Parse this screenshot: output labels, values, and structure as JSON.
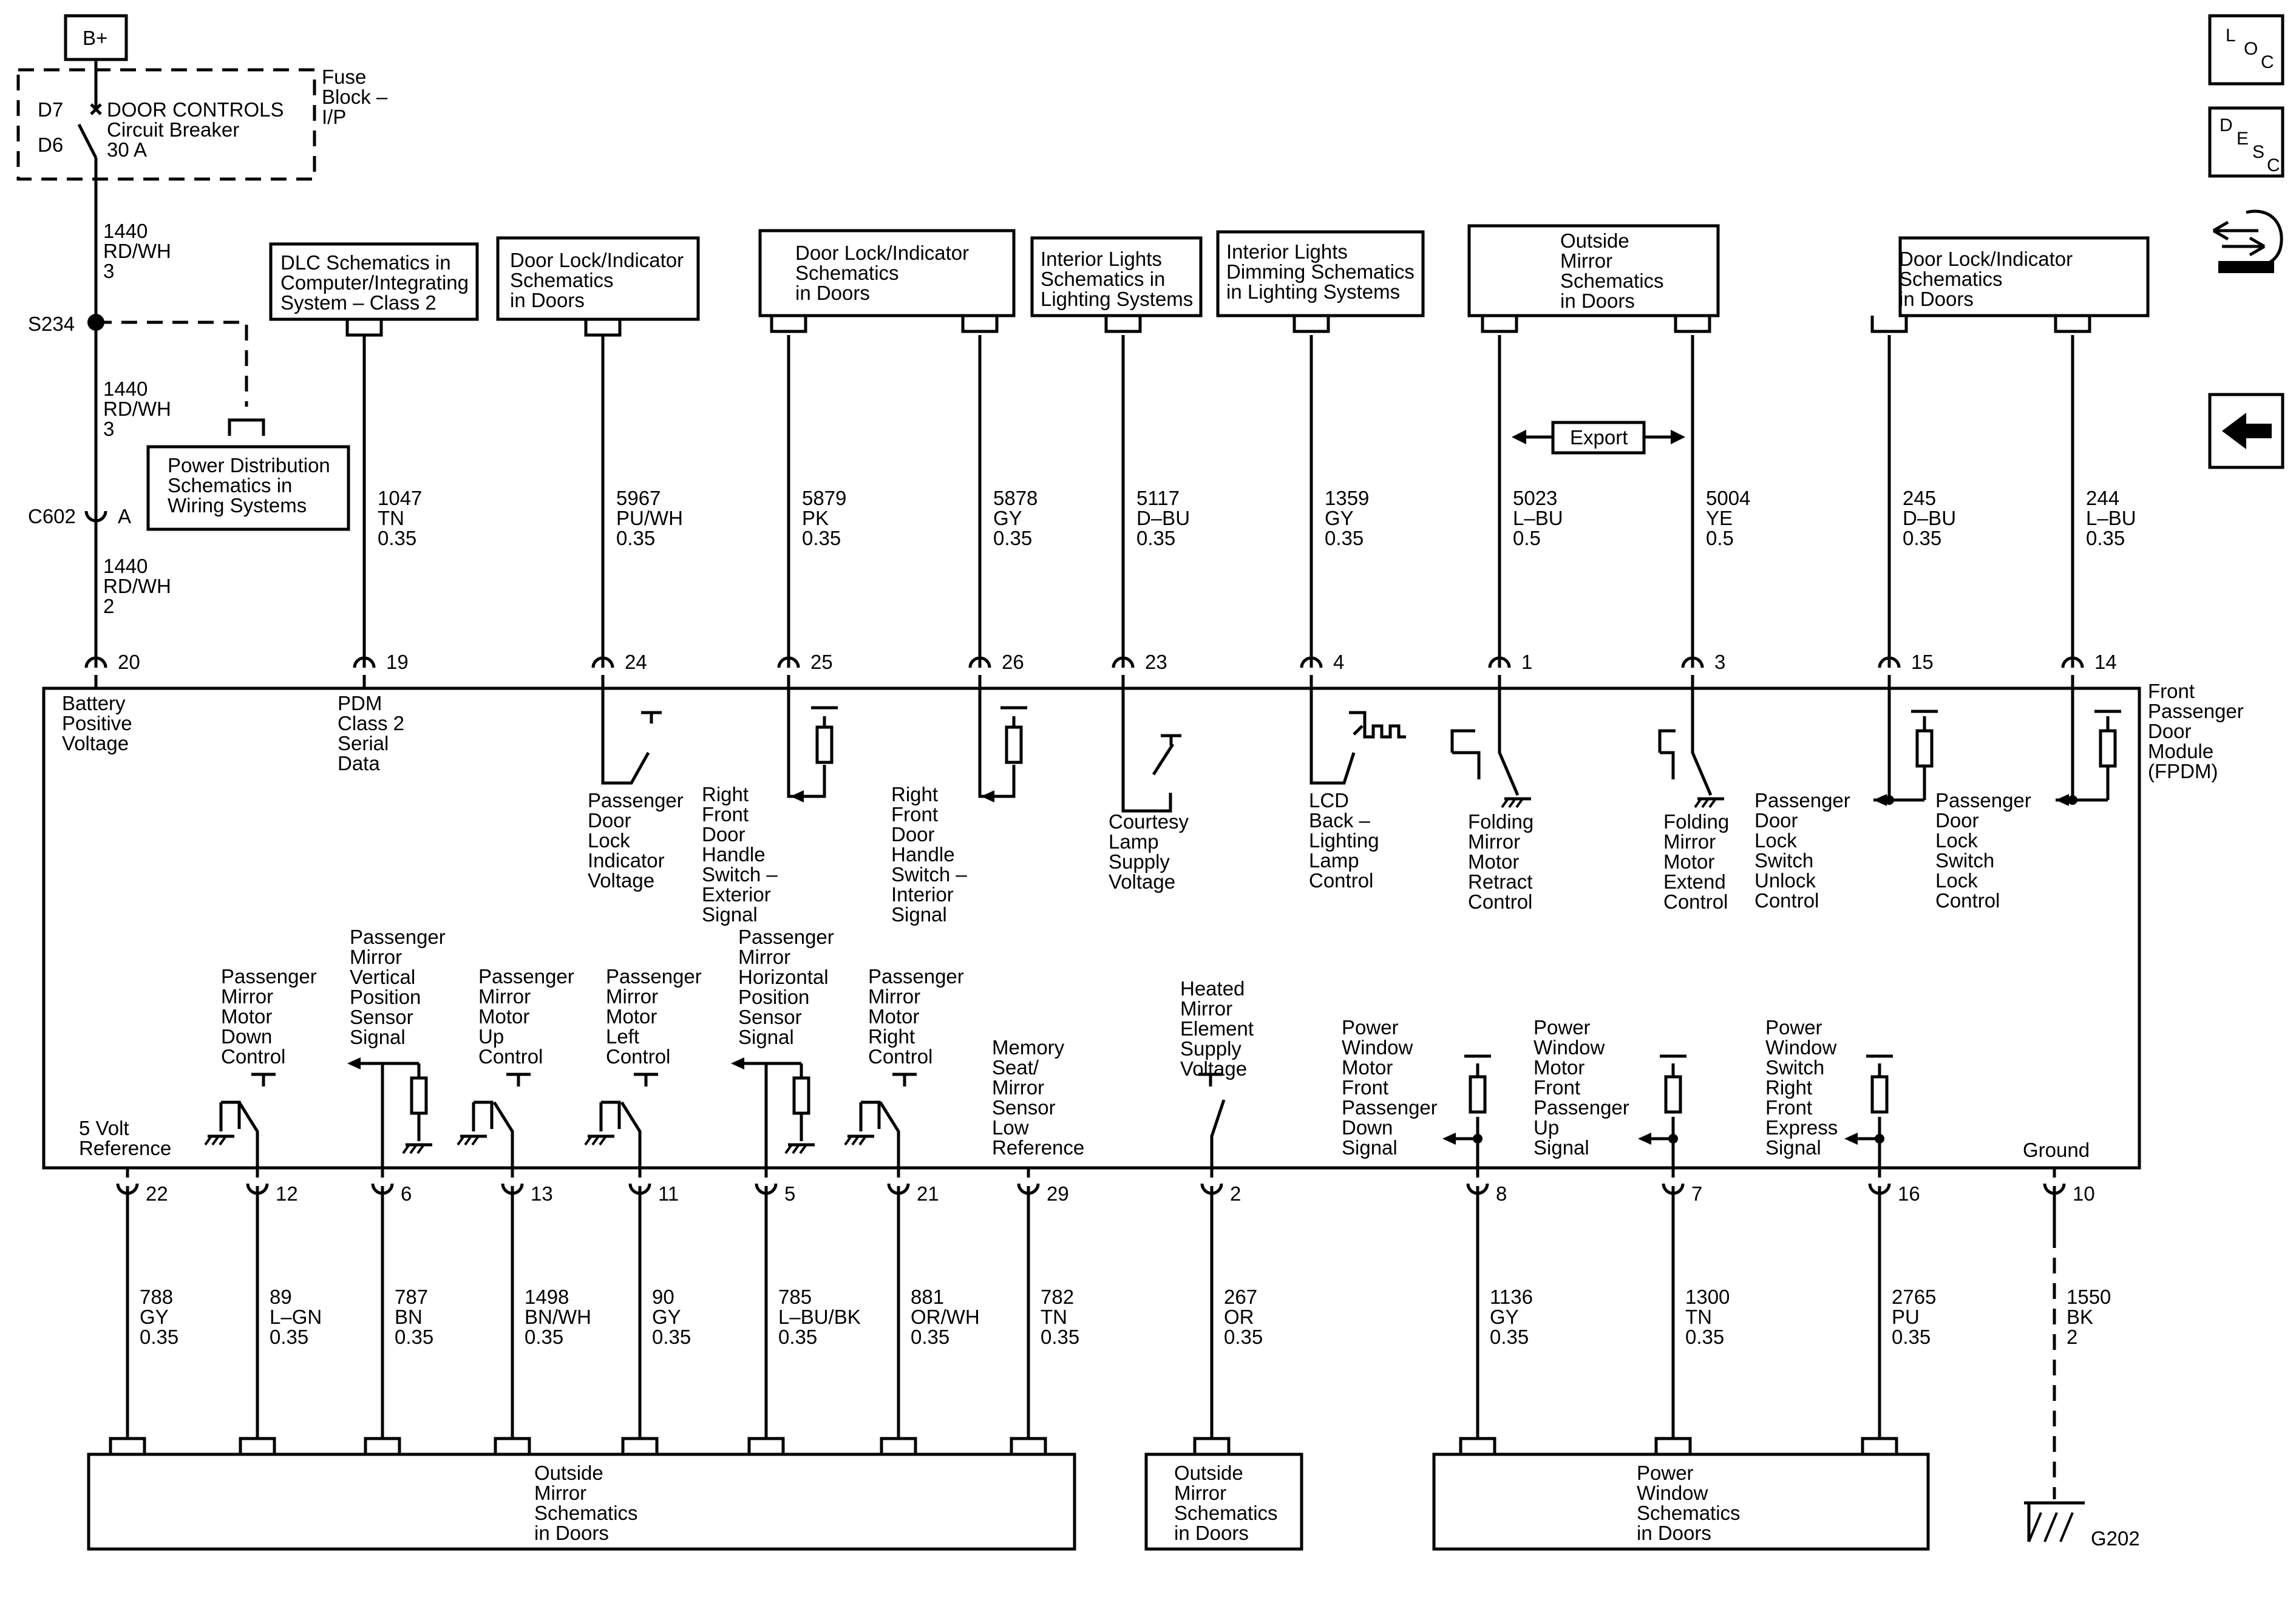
{
  "power": {
    "bplus": "B+",
    "fuse_block": [
      "Fuse",
      "Block –",
      "I/P"
    ],
    "breaker_pins": [
      "D7",
      "D6"
    ],
    "breaker_label": [
      "DOOR CONTROLS",
      "Circuit Breaker",
      "30 A"
    ],
    "wire_a": [
      "1440",
      "RD/WH",
      "3"
    ],
    "splice": "S234",
    "wire_b": [
      "1440",
      "RD/WH",
      "3"
    ],
    "connector": "C602",
    "connector_pin": "A",
    "wire_c": [
      "1440",
      "RD/WH",
      "2"
    ]
  },
  "power_dist_box": [
    "Power Distribution",
    "Schematics in",
    "Wiring Systems"
  ],
  "top_boxes": [
    {
      "lines": [
        "DLC Schematics in",
        "Computer/Integrating",
        "System – Class 2"
      ]
    },
    {
      "lines": [
        "Door Lock/Indicator",
        "Schematics",
        "in Doors"
      ]
    },
    {
      "lines": [
        "Door Lock/Indicator",
        "Schematics",
        "in Doors"
      ]
    },
    {
      "lines": [
        "Interior Lights",
        "Schematics in",
        "Lighting Systems"
      ]
    },
    {
      "lines": [
        "Interior Lights",
        "Dimming Schematics",
        "in Lighting Systems"
      ]
    },
    {
      "lines": [
        "Outside",
        "Mirror",
        "Schematics",
        "in Doors"
      ]
    },
    {
      "lines": [
        "Door Lock/Indicator",
        "Schematics",
        "in Doors"
      ]
    }
  ],
  "export_label": "Export",
  "top_wires": [
    {
      "pin": "20",
      "circuit": [
        "1440",
        "RD/WH",
        "2"
      ]
    },
    {
      "pin": "19",
      "circuit": [
        "1047",
        "TN",
        "0.35"
      ]
    },
    {
      "pin": "24",
      "circuit": [
        "5967",
        "PU/WH",
        "0.35"
      ]
    },
    {
      "pin": "25",
      "circuit": [
        "5879",
        "PK",
        "0.35"
      ]
    },
    {
      "pin": "26",
      "circuit": [
        "5878",
        "GY",
        "0.35"
      ]
    },
    {
      "pin": "23",
      "circuit": [
        "5117",
        "D–BU",
        "0.35"
      ]
    },
    {
      "pin": "4",
      "circuit": [
        "1359",
        "GY",
        "0.35"
      ]
    },
    {
      "pin": "1",
      "circuit": [
        "5023",
        "L–BU",
        "0.5"
      ]
    },
    {
      "pin": "3",
      "circuit": [
        "5004",
        "YE",
        "0.5"
      ]
    },
    {
      "pin": "15",
      "circuit": [
        "245",
        "D–BU",
        "0.35"
      ]
    },
    {
      "pin": "14",
      "circuit": [
        "244",
        "L–BU",
        "0.35"
      ]
    }
  ],
  "module_name": [
    "Front",
    "Passenger",
    "Door",
    "Module",
    "(FPDM)"
  ],
  "top_internal": [
    [
      "Battery",
      "Positive",
      "Voltage"
    ],
    [
      "PDM",
      "Class 2",
      "Serial",
      "Data"
    ],
    [
      "Passenger",
      "Door",
      "Lock",
      "Indicator",
      "Voltage"
    ],
    [
      "Right",
      "Front",
      "Door",
      "Handle",
      "Switch –",
      "Exterior",
      "Signal"
    ],
    [
      "Right",
      "Front",
      "Door",
      "Handle",
      "Switch –",
      "Interior",
      "Signal"
    ],
    [
      "Courtesy",
      "Lamp",
      "Supply",
      "Voltage"
    ],
    [
      "LCD",
      "Back –",
      "Lighting",
      "Lamp",
      "Control"
    ],
    [
      "Folding",
      "Mirror",
      "Motor",
      "Retract",
      "Control"
    ],
    [
      "Folding",
      "Mirror",
      "Motor",
      "Extend",
      "Control"
    ],
    [
      "Passenger",
      "Door",
      "Lock",
      "Switch",
      "Unlock",
      "Control"
    ],
    [
      "Passenger",
      "Door",
      "Lock",
      "Switch",
      "Lock",
      "Control"
    ]
  ],
  "bottom_internal": [
    [
      "5 Volt",
      "Reference"
    ],
    [
      "Passenger",
      "Mirror",
      "Motor",
      "Down",
      "Control"
    ],
    [
      "Passenger",
      "Mirror",
      "Vertical",
      "Position",
      "Sensor",
      "Signal"
    ],
    [
      "Passenger",
      "Mirror",
      "Motor",
      "Up",
      "Control"
    ],
    [
      "Passenger",
      "Mirror",
      "Motor",
      "Left",
      "Control"
    ],
    [
      "Passenger",
      "Mirror",
      "Horizontal",
      "Position",
      "Sensor",
      "Signal"
    ],
    [
      "Passenger",
      "Mirror",
      "Motor",
      "Right",
      "Control"
    ],
    [
      "Memory",
      "Seat/",
      "Mirror",
      "Sensor",
      "Low",
      "Reference"
    ],
    [
      "Heated",
      "Mirror",
      "Element",
      "Supply",
      "Voltage"
    ],
    [
      "Power",
      "Window",
      "Motor",
      "Front",
      "Passenger",
      "Down",
      "Signal"
    ],
    [
      "Power",
      "Window",
      "Motor",
      "Front",
      "Passenger",
      "Up",
      "Signal"
    ],
    [
      "Power",
      "Window",
      "Switch",
      "Right",
      "Front",
      "Express",
      "Signal"
    ],
    [
      "Ground"
    ]
  ],
  "bottom_wires": [
    {
      "pin": "22",
      "circuit": [
        "788",
        "GY",
        "0.35"
      ]
    },
    {
      "pin": "12",
      "circuit": [
        "89",
        "L–GN",
        "0.35"
      ]
    },
    {
      "pin": "6",
      "circuit": [
        "787",
        "BN",
        "0.35"
      ]
    },
    {
      "pin": "13",
      "circuit": [
        "1498",
        "BN/WH",
        "0.35"
      ]
    },
    {
      "pin": "11",
      "circuit": [
        "90",
        "GY",
        "0.35"
      ]
    },
    {
      "pin": "5",
      "circuit": [
        "785",
        "L–BU/BK",
        "0.35"
      ]
    },
    {
      "pin": "21",
      "circuit": [
        "881",
        "OR/WH",
        "0.35"
      ]
    },
    {
      "pin": "29",
      "circuit": [
        "782",
        "TN",
        "0.35"
      ]
    },
    {
      "pin": "2",
      "circuit": [
        "267",
        "OR",
        "0.35"
      ]
    },
    {
      "pin": "8",
      "circuit": [
        "1136",
        "GY",
        "0.35"
      ]
    },
    {
      "pin": "7",
      "circuit": [
        "1300",
        "TN",
        "0.35"
      ]
    },
    {
      "pin": "16",
      "circuit": [
        "2765",
        "PU",
        "0.35"
      ]
    },
    {
      "pin": "10",
      "circuit": [
        "1550",
        "BK",
        "2"
      ]
    }
  ],
  "bottom_boxes": [
    {
      "lines": [
        "Outside",
        "Mirror",
        "Schematics",
        "in Doors"
      ]
    },
    {
      "lines": [
        "Outside",
        "Mirror",
        "Schematics",
        "in Doors"
      ]
    },
    {
      "lines": [
        "Power",
        "Window",
        "Schematics",
        "in Doors"
      ]
    }
  ],
  "ground_label": "G202",
  "nav": {
    "loc": [
      "L",
      "O",
      "C"
    ],
    "desc": [
      "D",
      "E",
      "S",
      "C"
    ],
    "tools_icon": "connector-tool-icon",
    "back_icon": "back-arrow-icon"
  }
}
